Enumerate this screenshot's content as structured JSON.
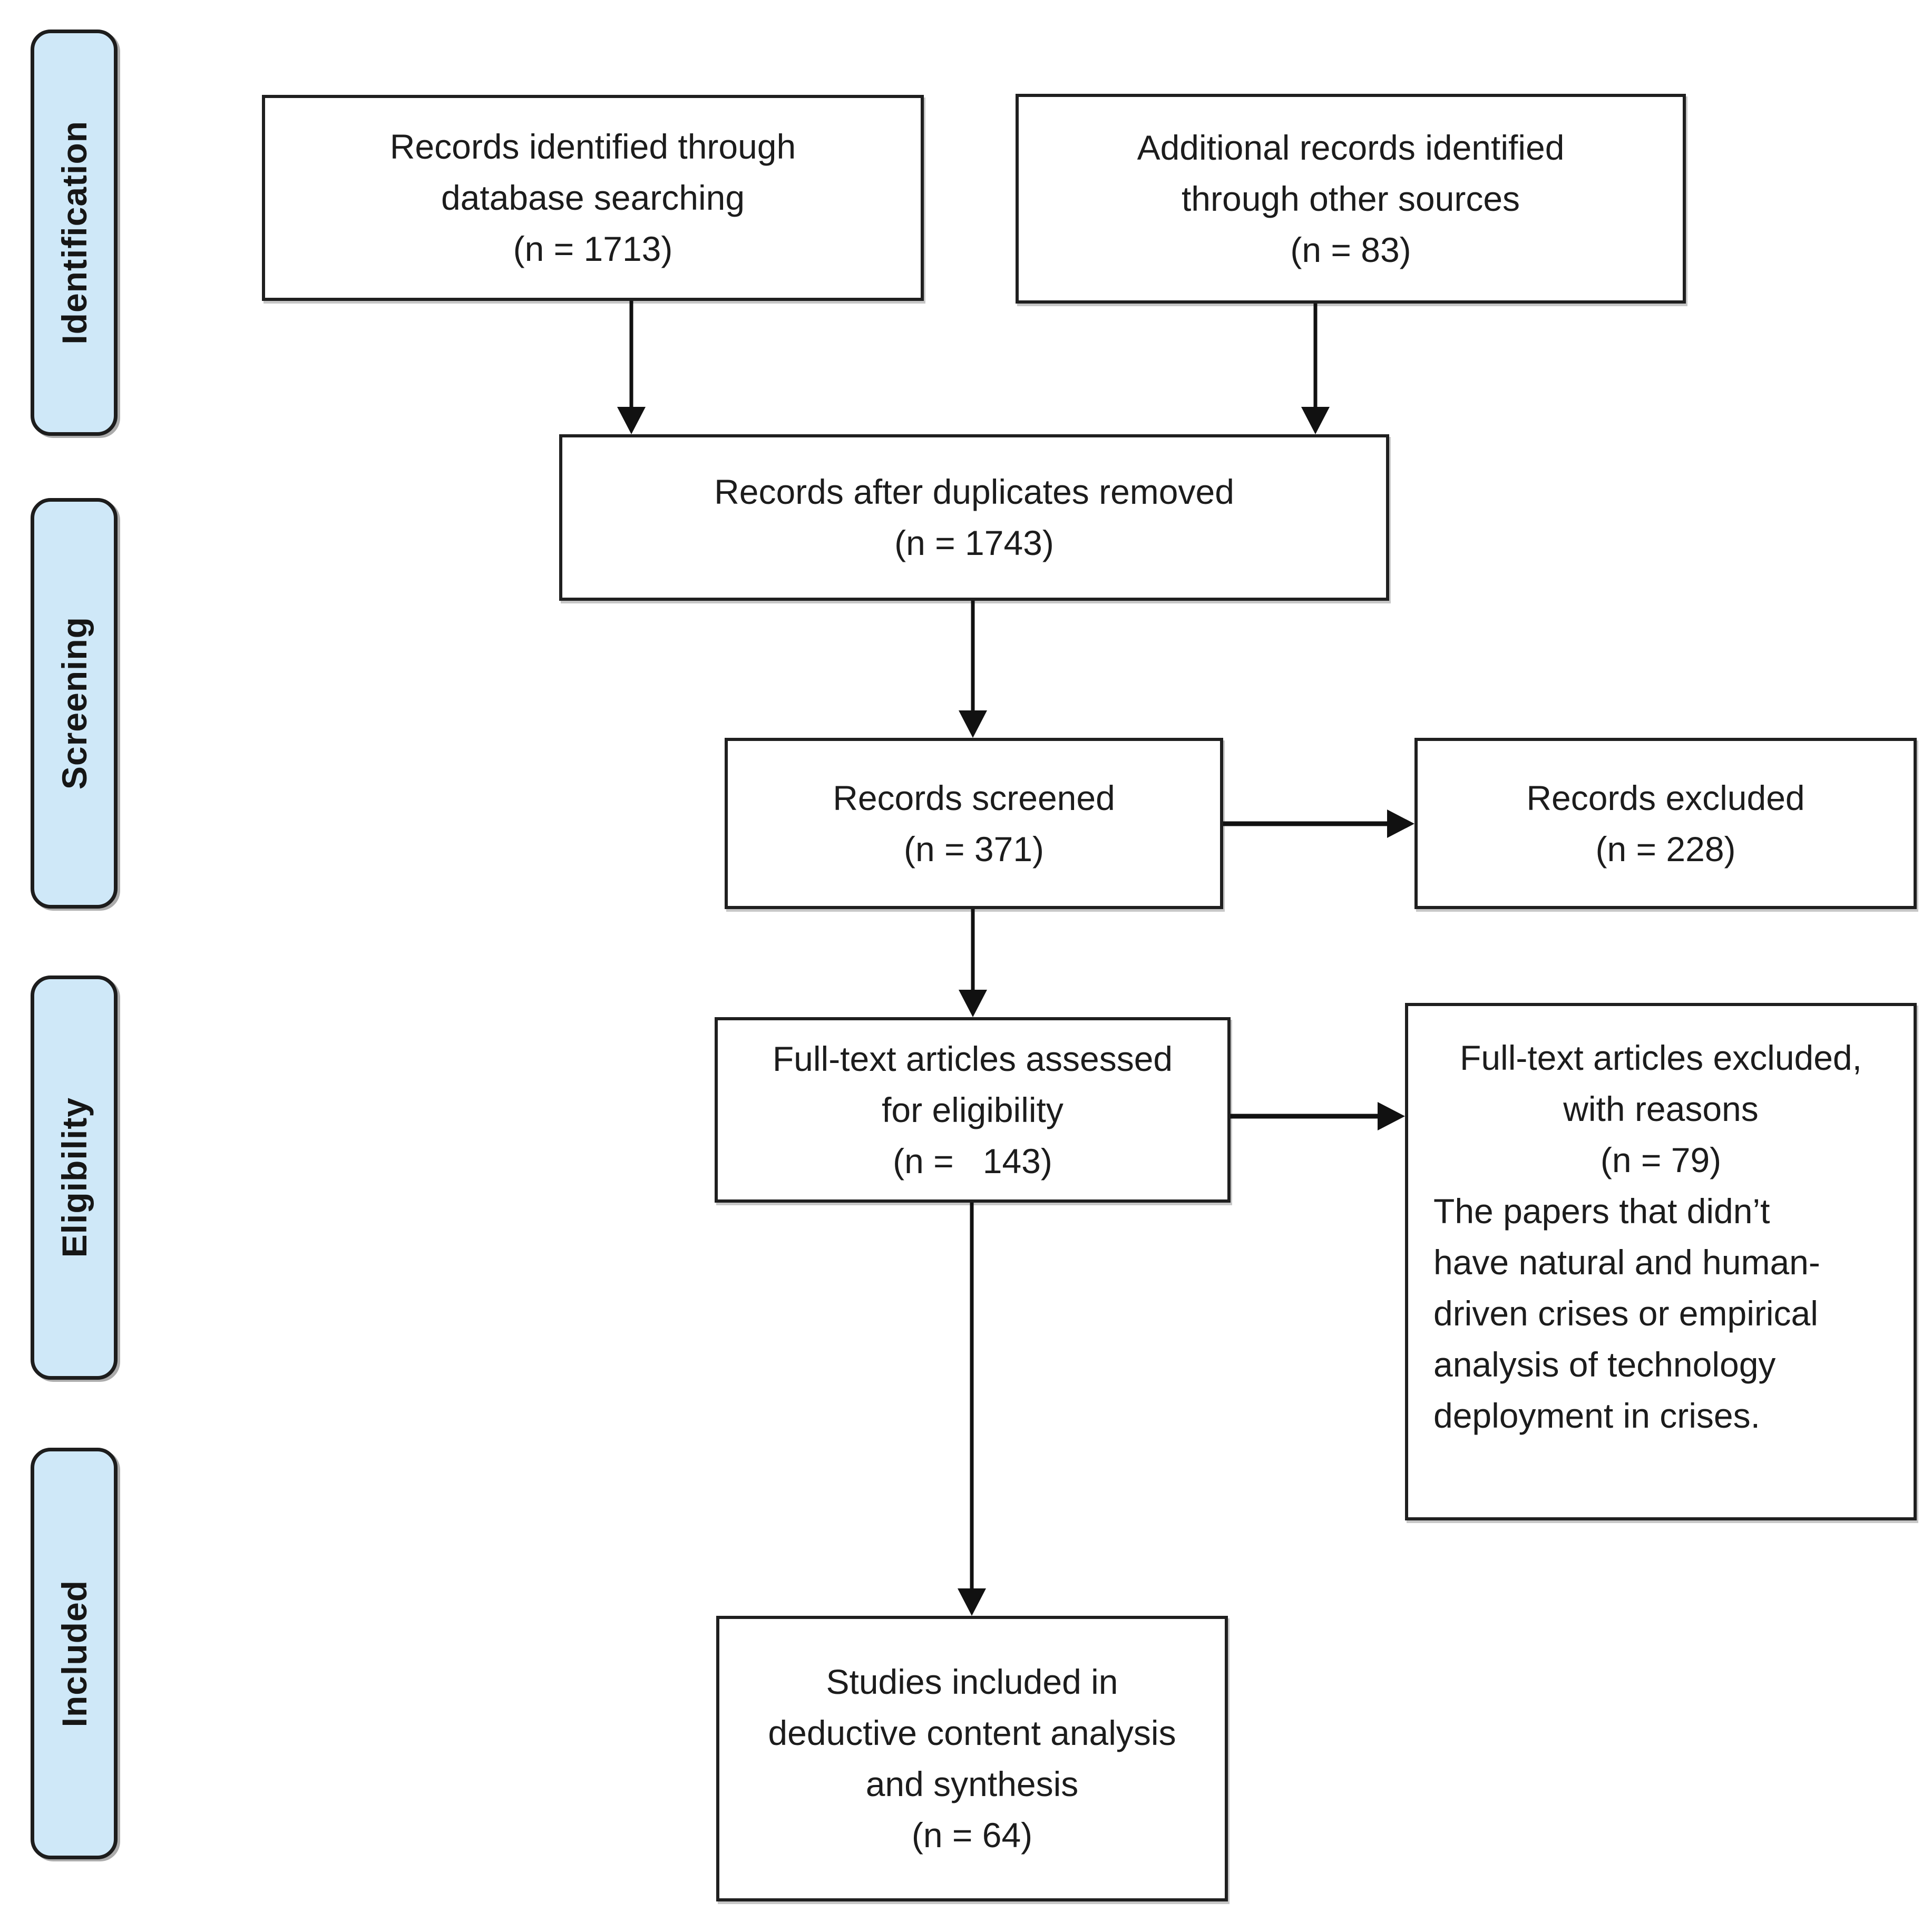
{
  "colors": {
    "stage_fill": "#cfe8f8",
    "stage_border": "#1d1d1d",
    "box_border": "#1f1f1f",
    "text": "#1c1c1c",
    "arrow": "#111111",
    "background": "#ffffff"
  },
  "stages": [
    {
      "label": "Identification"
    },
    {
      "label": "Screening"
    },
    {
      "label": "Eligibility"
    },
    {
      "label": "Included"
    }
  ],
  "boxes": {
    "db_search": {
      "lines": [
        "Records identified through",
        "database searching",
        "(n = 1713)"
      ]
    },
    "other_sources": {
      "lines": [
        "Additional records identified",
        "through other sources",
        "(n = 83)"
      ]
    },
    "after_duplicates": {
      "lines": [
        "Records after duplicates removed",
        "(n = 1743)"
      ]
    },
    "screened": {
      "lines": [
        "Records screened",
        "(n = 371)"
      ]
    },
    "records_excluded": {
      "lines": [
        "Records excluded",
        "(n = 228)"
      ]
    },
    "fulltext_assessed": {
      "lines": [
        "Full-text articles assessed",
        "for eligibility",
        "(n =   143)"
      ]
    },
    "fulltext_excluded": {
      "centered_lines": [
        "Full-text articles excluded,",
        "with reasons",
        "(n = 79)"
      ],
      "reason_lines": [
        "The papers that didn’t",
        "have natural and human-",
        "driven crises or empirical",
        "analysis of technology",
        "deployment in crises."
      ]
    },
    "included_studies": {
      "lines": [
        "Studies included in",
        "deductive content analysis",
        "and synthesis",
        "(n = 64)"
      ]
    }
  }
}
